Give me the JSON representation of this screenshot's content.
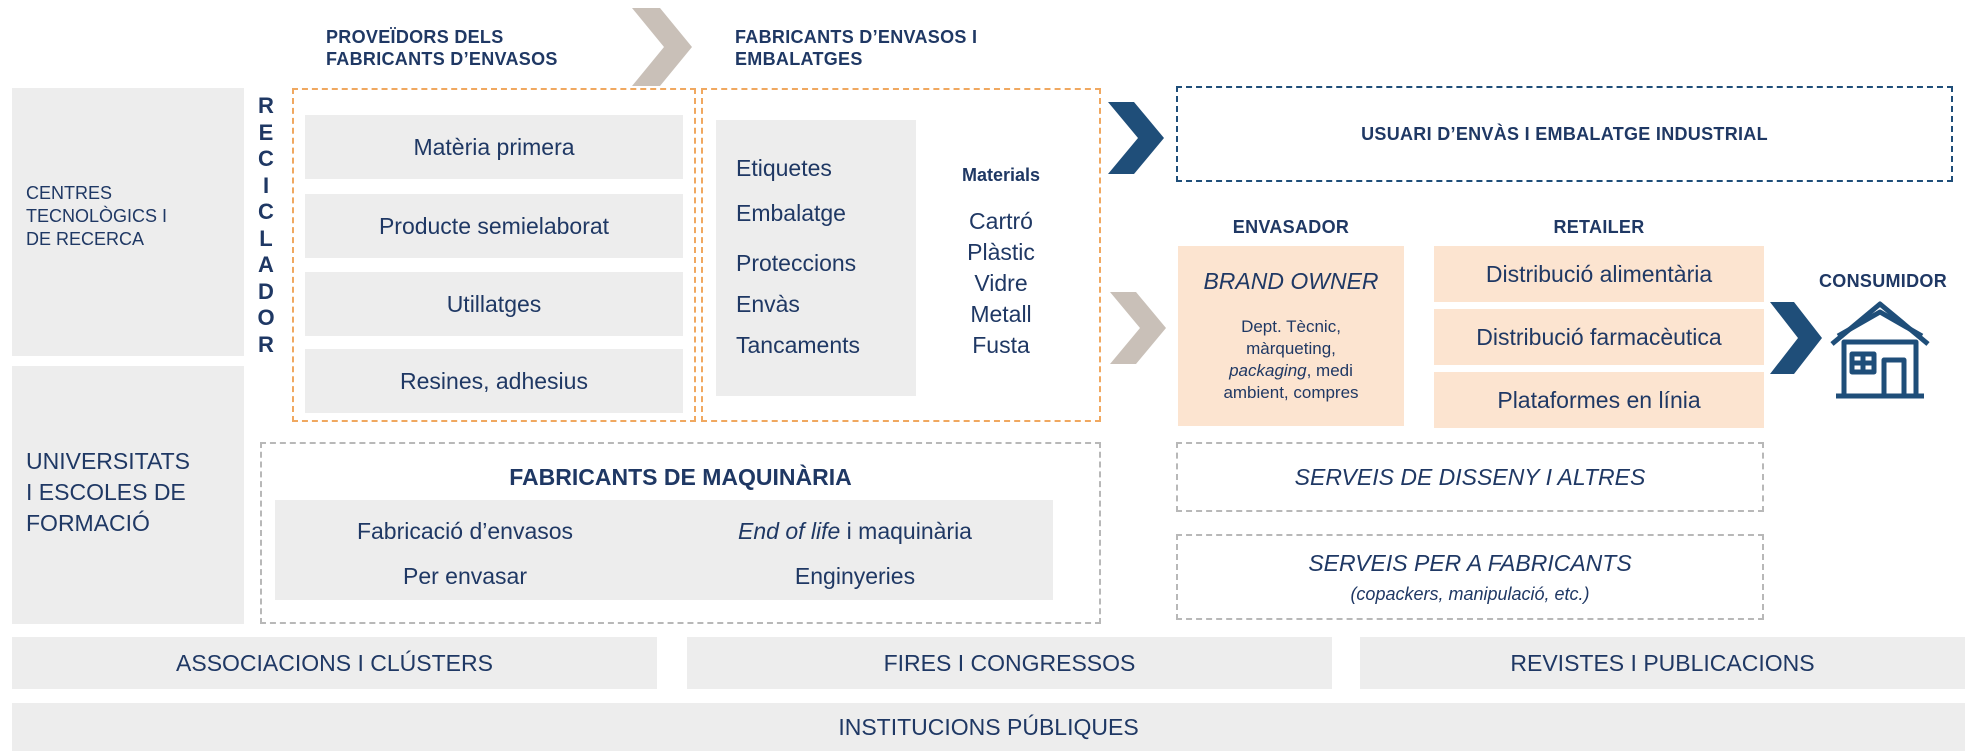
{
  "headers": {
    "suppliers": [
      "PROVEÏDORS DELS",
      "FABRICANTS D’ENVASOS"
    ],
    "manufacturers": [
      "FABRICANTS D’ENVASOS I",
      "EMBALATGES"
    ],
    "industrial_user": "USUARI D’ENVÀS I EMBALATGE INDUSTRIAL",
    "envasador": "ENVASADOR",
    "retailer": "RETAILER",
    "consumidor": "CONSUMIDOR"
  },
  "left": {
    "centres": [
      "CENTRES",
      "TECNOLÒGICS I",
      "DE RECERCA"
    ],
    "universitats": [
      "UNIVERSITATS",
      "I ESCOLES DE",
      "FORMACIÓ"
    ]
  },
  "reciclador": [
    "R",
    "E",
    "C",
    "I",
    "C",
    "L",
    "A",
    "D",
    "O",
    "R"
  ],
  "suppliers_items": [
    "Matèria primera",
    "Producte semielaborat",
    "Utillatges",
    "Resines, adhesius"
  ],
  "manufacturers_items": [
    "Etiquetes",
    "Embalatge",
    "Proteccions",
    "Envàs",
    "Tancaments"
  ],
  "materials": {
    "title": "Materials",
    "items": [
      "Cartró",
      "Plàstic",
      "Vidre",
      "Metall",
      "Fusta"
    ]
  },
  "brand_owner": {
    "title": "BRAND OWNER",
    "line1": "Dept. Tècnic,",
    "line2": "màrqueting,",
    "line3_italic": "packaging",
    "line3_rest": ", medi",
    "line4": "ambient, compres"
  },
  "retailer_items": [
    "Distribució alimentària",
    "Distribució farmacèutica",
    "Plataformes en línia"
  ],
  "machinery": {
    "title": "FABRICANTS DE MAQUINÀRIA",
    "item1": "Fabricació d’envasos",
    "item2": "Per envasar",
    "item3_italic": "End of life",
    "item3_rest": " i maquinària",
    "item4": "Enginyeries"
  },
  "services": {
    "design": "SERVEIS DE DISSENY I ALTRES",
    "manufacturers": "SERVEIS PER A FABRICANTS",
    "manufacturers_sub": "(copackers, manipulació, etc.)"
  },
  "bottom": {
    "associacions": "ASSOCIACIONS I CLÚSTERS",
    "fires": "FIRES I CONGRESSOS",
    "revistes": "REVISTES I PUBLICACIONS",
    "institucions": "INSTITUCIONS PÚBLIQUES"
  },
  "colors": {
    "text": "#1f3864",
    "grey_box": "#ededed",
    "peach_box": "#fce4d0",
    "orange_dash": "#f0a860",
    "blue_arrow": "#1f4e79",
    "grey_arrow": "#c9c0b8"
  }
}
